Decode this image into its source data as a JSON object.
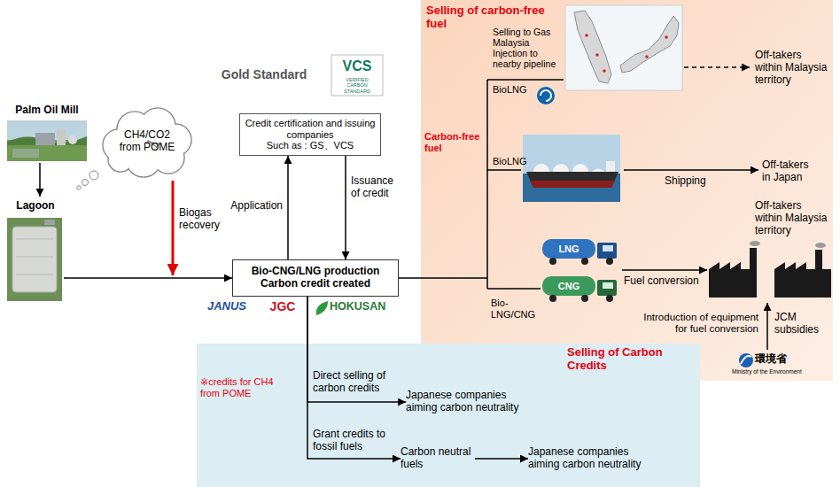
{
  "diagram": {
    "nodes": [
      {
        "text": [
          "Palm Oil Mill"
        ]
      },
      {
        "text": [
          "CH4/CO2 from POME"
        ]
      },
      {
        "text": [
          "Lagoon"
        ]
      },
      {
        "text": [
          "Credit certification and issuing companies",
          "Such as : GS、VCS"
        ]
      },
      {
        "text": [
          "Bio-CNG/LNG production",
          "Carbon credit created"
        ]
      },
      {
        "text": [
          "Selling of carbon-free fuel"
        ]
      },
      {
        "text": [
          "Selling of Carbon Credits"
        ]
      },
      {
        "text": [
          "Japanese companies aiming carbon neutrality"
        ],
        "in": 6
      },
      {
        "text": [
          "Carbon neutral fuels"
        ],
        "in": 6
      },
      {
        "text": [
          "Japanese companies aiming carbon neutrality"
        ],
        "in": 6
      }
    ],
    "edges": [
      {
        "from": 0,
        "to": 2,
        "arrow": "to"
      },
      {
        "from": 2,
        "to": 4,
        "arrow": "to"
      },
      {
        "from": 4,
        "to": 3,
        "label": "Application",
        "arrow": "to"
      },
      {
        "from": 3,
        "to": 4,
        "label": "Issuance of credit",
        "arrow": "to"
      },
      {
        "from": 4,
        "to": 7,
        "label": "Direct selling of carbon credits",
        "arrow": "to"
      },
      {
        "from": 4,
        "to": 8,
        "label": "Grant credits to fossil fuels",
        "arrow": "to"
      },
      {
        "from": 8,
        "to": 9,
        "arrow": "to"
      }
    ],
    "labels": [
      "Gold Standard",
      "VCS",
      "VERIFIED CARBON STANDARD",
      "Biogas recovery",
      "JANUS",
      "JGC",
      "HOKUSAN",
      "Carbon-free fuel",
      "Selling to Gas Malaysia Injection to nearby pipeline",
      "BioLNG",
      "Off-takers within Malaysia territory",
      "BioLNG",
      "Shipping",
      "Off-takers in Japan",
      "Bio-LNG/CNG",
      "LNG",
      "CNG",
      "Fuel conversion",
      "Off-takers within Malaysia territory",
      "Introduction of equipment for fuel conversion",
      "JCM subsidies",
      "環境省",
      "Ministry of the Environment",
      "※credits for CH4 from POME"
    ]
  }
}
